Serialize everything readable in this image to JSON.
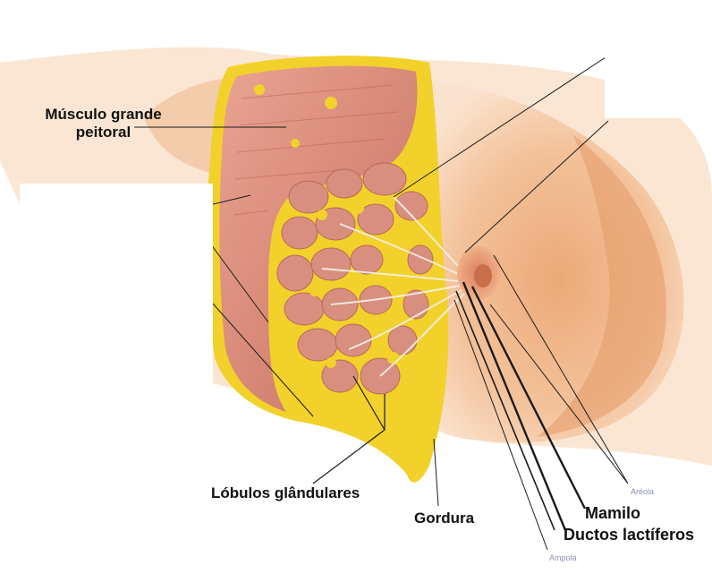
{
  "labels": {
    "musculo_line1": "Músculo grande",
    "musculo_line2": "peitoral",
    "lobulos": "Lóbulos glândulares",
    "gordura": "Gordura",
    "mamilo": "Mamilo",
    "ductos": "Ductos lactíferos",
    "areola_small": "Aréola",
    "ampola_small": "Ampola"
  },
  "colors": {
    "skin": "#f2c29c",
    "skin_shadow": "#e39f6f",
    "muscle": "#d98876",
    "fat": "#f2d12a",
    "gland": "#d68d7f",
    "leader_line": "#1a1a1a"
  }
}
